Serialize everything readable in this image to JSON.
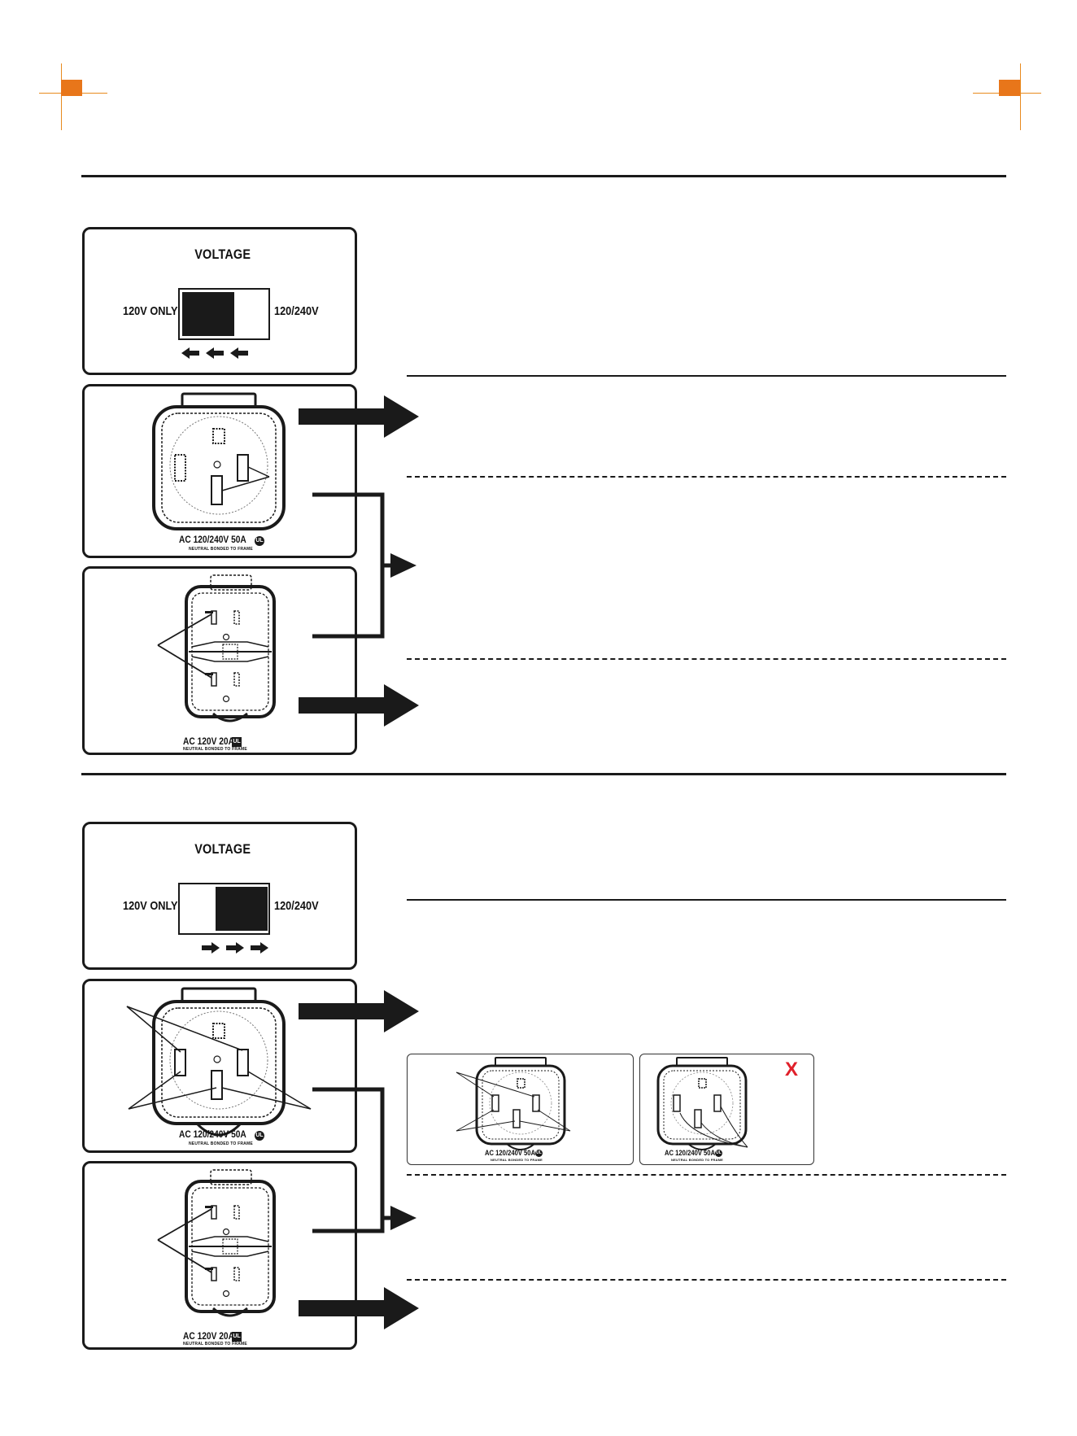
{
  "panels": {
    "voltage_title": "VOLTAGE",
    "label_left": "120V ONLY",
    "label_right": "120/240V"
  },
  "receptacles": {
    "r50": "AC 120/240V 50A",
    "r20": "AC 120V 20A",
    "bonded": "NEUTRAL BONDED TO FRAME",
    "ul": "UL"
  },
  "states": {
    "section1_switch": "120V ONLY",
    "section2_switch": "120/240V"
  },
  "colors": {
    "crop_marks": "#e8761a",
    "wrong_mark": "#e0202a",
    "ink": "#1a1a1a"
  },
  "examples": {
    "wrong_mark": "X"
  }
}
